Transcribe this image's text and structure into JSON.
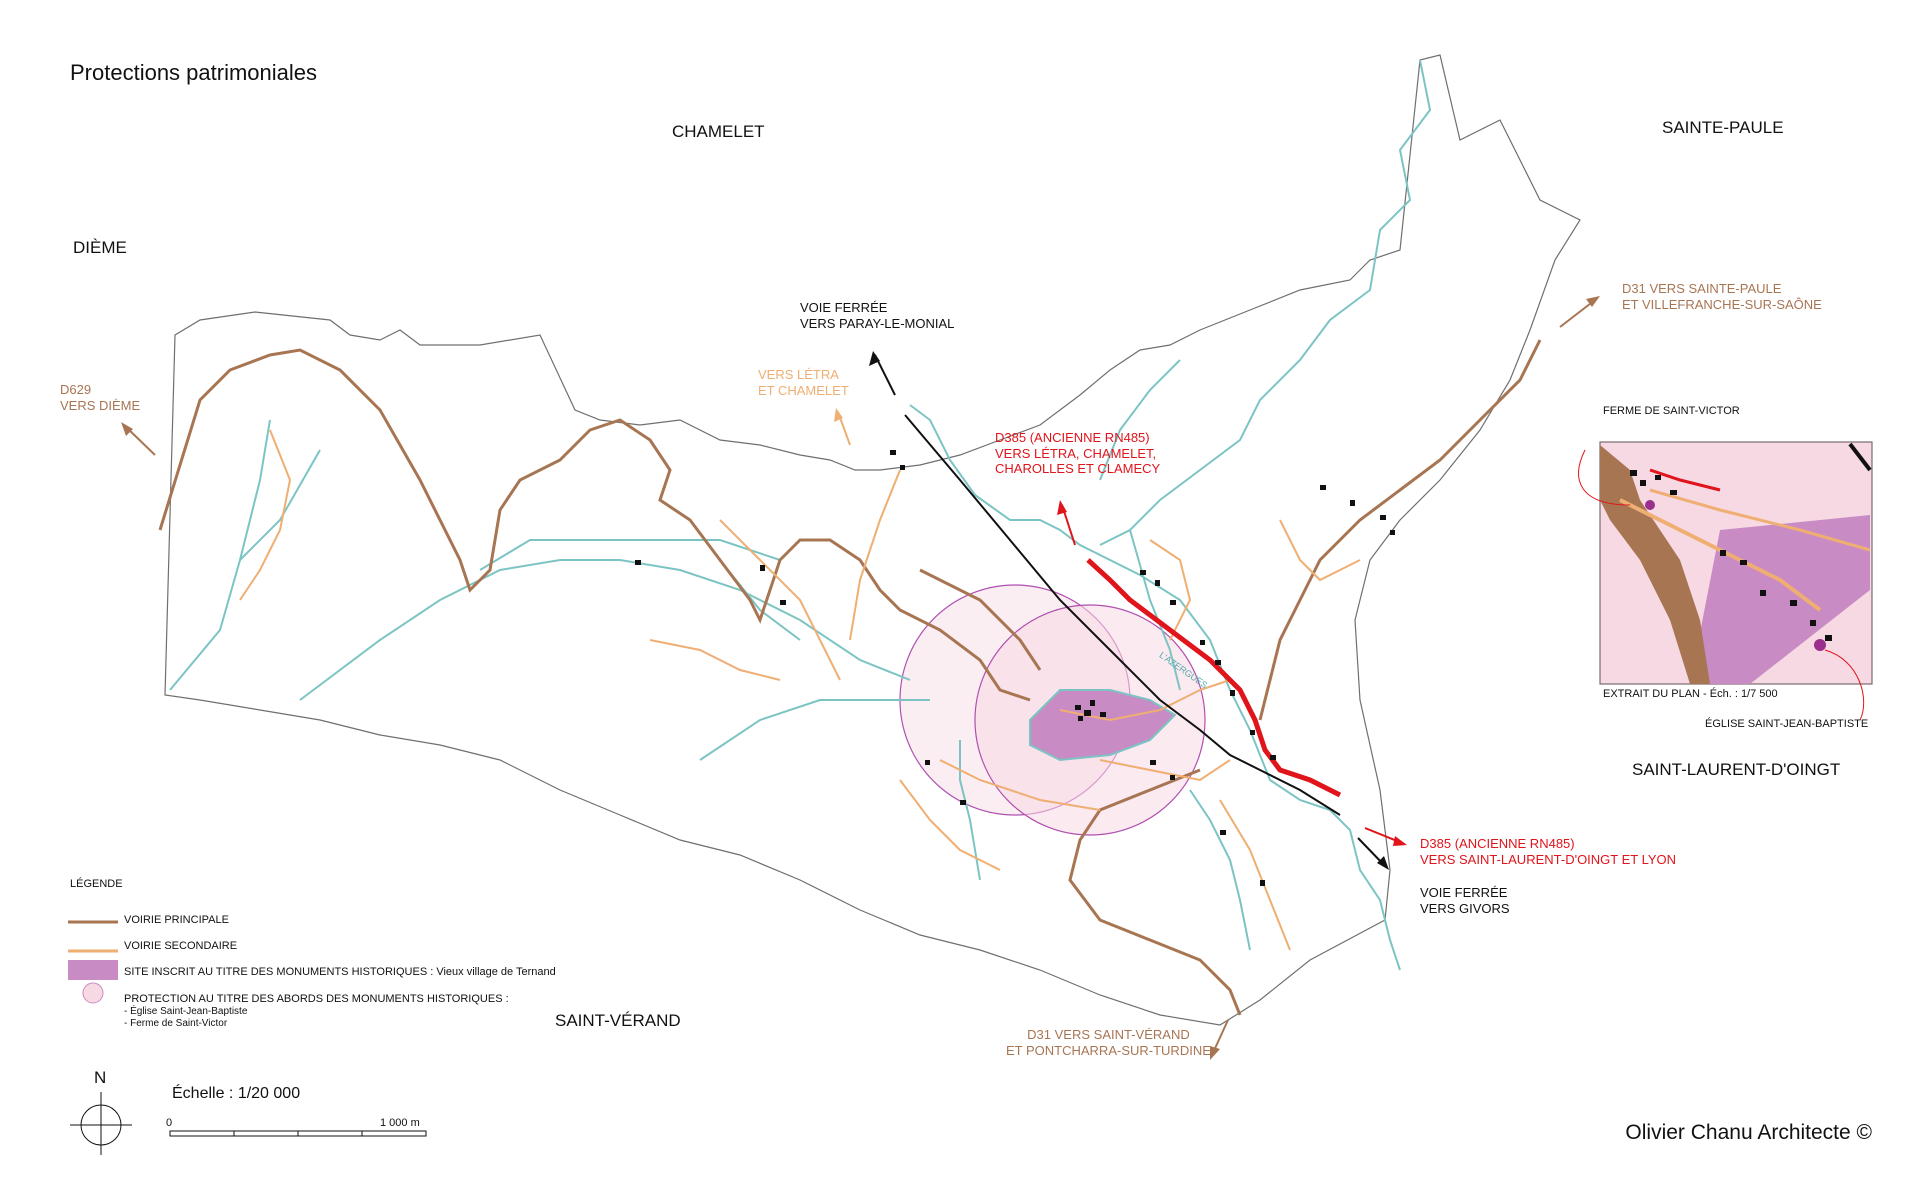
{
  "title": "Protections patrimoniales",
  "communes": {
    "chamelet": "CHAMELET",
    "sainte_paule": "SAINTE-PAULE",
    "dieme": "DIÈME",
    "saint_laurent": "SAINT-LAURENT-D'OINGT",
    "saint_verand": "SAINT-VÉRAND"
  },
  "directions": {
    "rail_north": [
      "VOIE FERRÉE",
      "VERS PARAY-LE-MONIAL"
    ],
    "letra": [
      "VERS LÉTRA",
      "ET CHAMELET"
    ],
    "d629": [
      "D629",
      "VERS DIÈME"
    ],
    "d385_north": [
      "D385 (ANCIENNE RN485)",
      "VERS LÉTRA, CHAMELET,",
      "CHAROLLES ET CLAMECY"
    ],
    "d31_north": [
      "D31 VERS SAINTE-PAULE",
      "ET VILLEFRANCHE-SUR-SAÔNE"
    ],
    "d385_south": [
      "D385 (ANCIENNE RN485)",
      "VERS SAINT-LAURENT-D'OINGT ET LYON"
    ],
    "rail_south": [
      "VOIE FERRÉE",
      "VERS GIVORS"
    ],
    "d31_south": [
      "D31 VERS SAINT-VÉRAND",
      "ET PONTCHARRA-SUR-TURDINE"
    ]
  },
  "inset": {
    "ferme": "FERME DE SAINT-VICTOR",
    "extrait": "EXTRAIT DU PLAN - Éch. : 1/7 500",
    "eglise": "ÉGLISE SAINT-JEAN-BAPTISTE"
  },
  "river_label": "L'AZERGUES",
  "legend": {
    "heading": "LÉGENDE",
    "voirie_principale": "VOIRIE PRINCIPALE",
    "voirie_secondaire": "VOIRIE SECONDAIRE",
    "site_inscrit": "SITE INSCRIT AU TITRE DES MONUMENTS HISTORIQUES : Vieux village de Ternand",
    "protection": "PROTECTION AU TITRE DES ABORDS DES MONUMENTS HISTORIQUES :",
    "protection_items": [
      "- Église Saint-Jean-Baptiste",
      "- Ferme de Saint-Victor"
    ]
  },
  "scale": {
    "title": "Échelle : 1/20 000",
    "zero": "0",
    "max": "1 000 m"
  },
  "north": "N",
  "credit": "Olivier Chanu Architecte ©",
  "colors": {
    "main_road": "#a87553",
    "secondary_road": "#efae72",
    "river": "#7cc4c4",
    "d385": "#e0141b",
    "rail": "#111111",
    "site_inscrit": "#c98bc4",
    "protection": "#f7d9e3",
    "boundary": "#6f6f6f"
  }
}
